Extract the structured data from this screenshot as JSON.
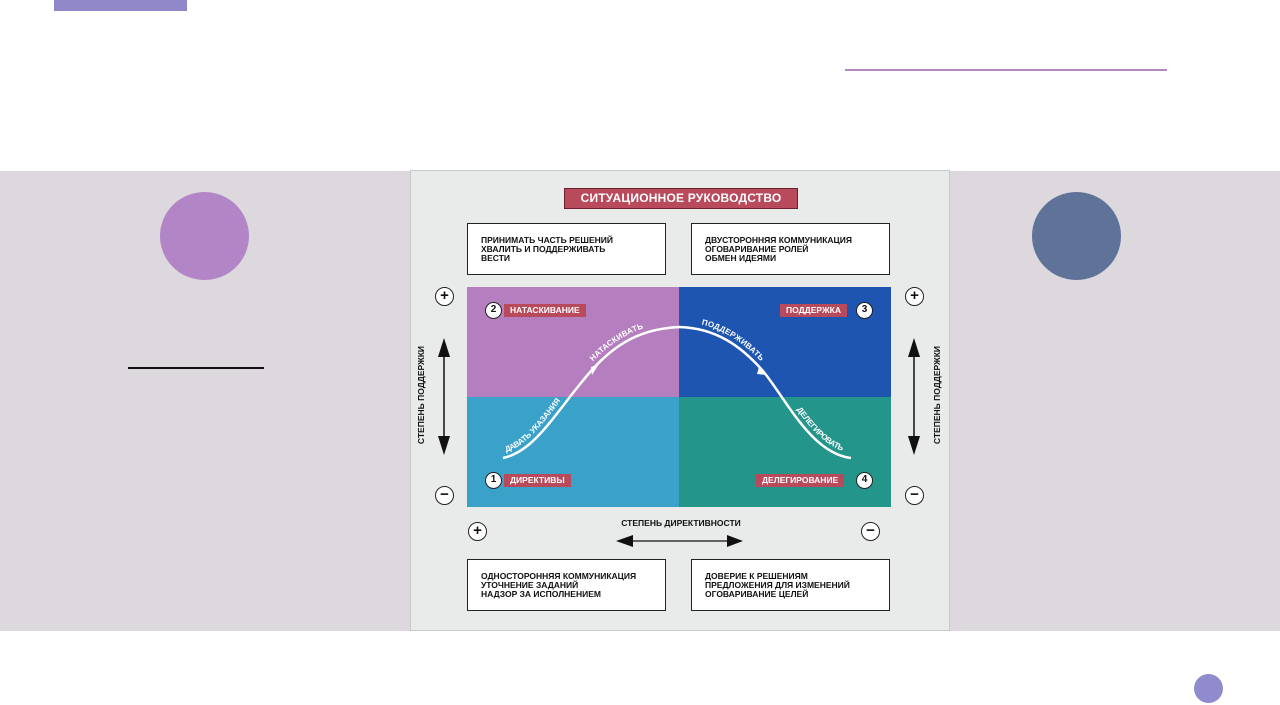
{
  "diagram": {
    "title": "СИТУАЦИОННОЕ РУКОВОДСТВО",
    "boxes": {
      "top_left": [
        "ПРИНИМАТЬ ЧАСТЬ РЕШЕНИЙ",
        "ХВАЛИТЬ И ПОДДЕРЖИВАТЬ",
        "ВЕСТИ"
      ],
      "top_right": [
        "ДВУСТОРОННЯЯ КОММУНИКАЦИЯ",
        "ОГОВАРИВАНИЕ РОЛЕЙ",
        "ОБМЕН ИДЕЯМИ"
      ],
      "bottom_left": [
        "ОДНОСТОРОННЯЯ КОММУНИКАЦИЯ",
        "УТОЧНЕНИЕ ЗАДАНИЙ",
        "НАДЗОР ЗА ИСПОЛНЕНИЕМ"
      ],
      "bottom_right": [
        "ДОВЕРИЕ К РЕШЕНИЯМ",
        "ПРЕДЛОЖЕНИЯ ДЛЯ ИЗМЕНЕНИЙ",
        "ОГОВАРИВАНИЕ ЦЕЛЕЙ"
      ]
    },
    "quadrants": [
      {
        "number": "1",
        "label": "ДИРЕКТИВЫ",
        "color": "#3aa1c9"
      },
      {
        "number": "2",
        "label": "НАТАСКИВАНИЕ",
        "color": "#b57ebe"
      },
      {
        "number": "3",
        "label": "ПОДДЕРЖКА",
        "color": "#1e55b0"
      },
      {
        "number": "4",
        "label": "ДЕЛЕГИРОВАНИЕ",
        "color": "#23958a"
      }
    ],
    "curve_labels": {
      "directing": "ДАВАТЬ УКАЗАНИЯ",
      "coaching": "НАТАСКИВАТЬ",
      "supporting": "ПОДДЕРЖИВАТЬ",
      "delegating": "ДЕЛЕГИРОВАТЬ"
    },
    "axis_support": "СТЕПЕНЬ ПОДДЕРЖКИ",
    "axis_directive": "СТЕПЕНЬ ДИРЕКТИВНОСТИ",
    "plus": "+",
    "minus": "−"
  },
  "colors": {
    "accent_purple": "#9088c9",
    "band": "#ddd8dd",
    "label_red": "#b84a5c"
  }
}
